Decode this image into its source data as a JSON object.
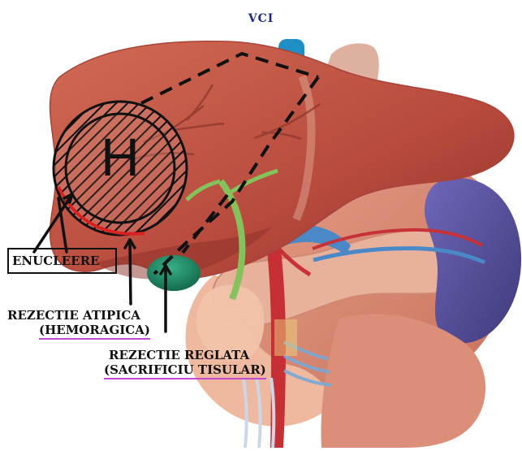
{
  "title": "VCI",
  "region_label": "H",
  "labels": {
    "enucleation": "ENUCLEERE",
    "atypical_resection": "REZECTIE ATIPICA",
    "atypical_resection_note": "(HEMORAGICA)",
    "regulated_resection": "REZECTIE REGLATA",
    "regulated_resection_note": "(SACRIFICIU TISULAR)"
  },
  "colors": {
    "liver": "#b54a3e",
    "liver_light": "#cf6d56",
    "ivc": "#1e8fc4",
    "aorta": "#d7a08d",
    "gallbladder": "#1f8f6b",
    "spleen": "#5e58a4",
    "pancreas": "#e6b19a",
    "stomach": "#db8c75",
    "duodenum": "#f0b9a1",
    "artery": "#c72b2b",
    "vein": "#4b88c8",
    "highlight_circle": "#111111",
    "annotation_red": "#d82222",
    "annotation_line": "#111111",
    "title": "#1b2b86",
    "underline": "#c04bd1"
  }
}
